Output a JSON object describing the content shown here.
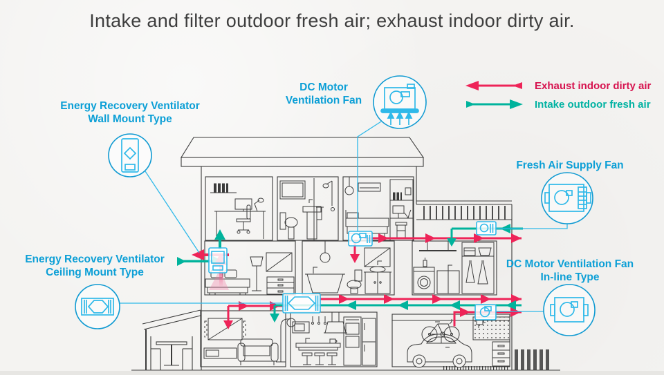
{
  "title": "Intake and filter outdoor fresh air; exhaust indoor dirty air.",
  "legend": {
    "items": [
      {
        "label": "Exhaust indoor dirty air",
        "text_color": "#d6134f",
        "arrow_color": "#ee2458",
        "direction": "left"
      },
      {
        "label": "Intake outdoor fresh air",
        "text_color": "#00b2a2",
        "arrow_color": "#00b39c",
        "direction": "right"
      }
    ]
  },
  "callouts": [
    {
      "id": "erv-wall",
      "line1": "Energy Recovery Ventilator",
      "line2": "Wall Mount Type",
      "icon": "wall-mount-erv-icon"
    },
    {
      "id": "dc-fan",
      "line1": "DC Motor",
      "line2": "Ventilation Fan",
      "icon": "ceiling-exhaust-fan-icon"
    },
    {
      "id": "fresh-fan",
      "line1": "Fresh Air Supply Fan",
      "line2": "",
      "icon": "supply-fan-icon"
    },
    {
      "id": "erv-ceiling",
      "line1": "Energy Recovery Ventilator",
      "line2": "Ceiling Mount Type",
      "icon": "ceiling-mount-erv-icon"
    },
    {
      "id": "inline-fan",
      "line1": "DC Motor Ventilation Fan",
      "line2": "In-line Type",
      "icon": "inline-fan-icon"
    }
  ],
  "colors": {
    "exhaust_arrow": "#ee2458",
    "intake_arrow": "#00b39c",
    "equipment_cyan": "#2fb9e9",
    "callout_ring": "#0f9ad2",
    "label_text": "#0c9fd6",
    "line_art": "#3b3b3b",
    "background": "#f4f3f1"
  }
}
